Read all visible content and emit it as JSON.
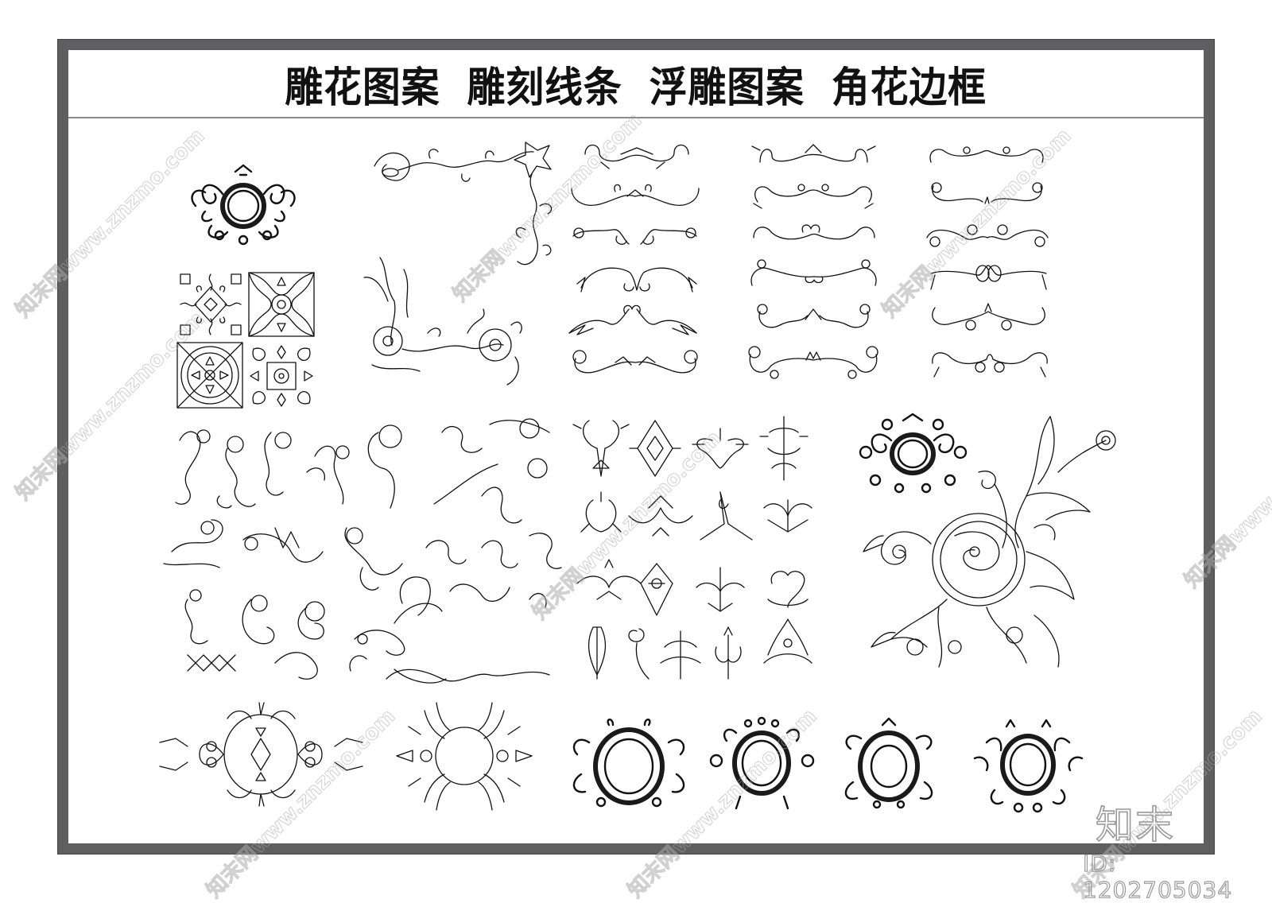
{
  "sheet": {
    "title": "雕花图案  雕刻线条  浮雕图案  角花边框",
    "title_parts": [
      "雕花图案",
      "雕刻线条",
      "浮雕图案",
      "角花边框"
    ],
    "frame_color": "#5f5f61",
    "background": "#ffffff",
    "line_color": "#111111"
  },
  "sections": {
    "top_left_medallion": {
      "label": "carved-circular-medallion"
    },
    "square_tiles": {
      "count": 4
    },
    "corner_floral": {
      "count": 2
    },
    "scroll_borders": {
      "columns": 3,
      "rows": 6
    },
    "scroll_flourishes": {
      "count": 30
    },
    "relief_motifs": {
      "rows": 4,
      "per_row": 5
    },
    "large_corner_scroll": {
      "label": "large-acanthus-corner"
    },
    "bottom_frames": {
      "count": 6
    }
  },
  "watermark": {
    "text": "知末网www.znzmo.com",
    "brand": "知末",
    "id": "ID: 1202705034"
  }
}
